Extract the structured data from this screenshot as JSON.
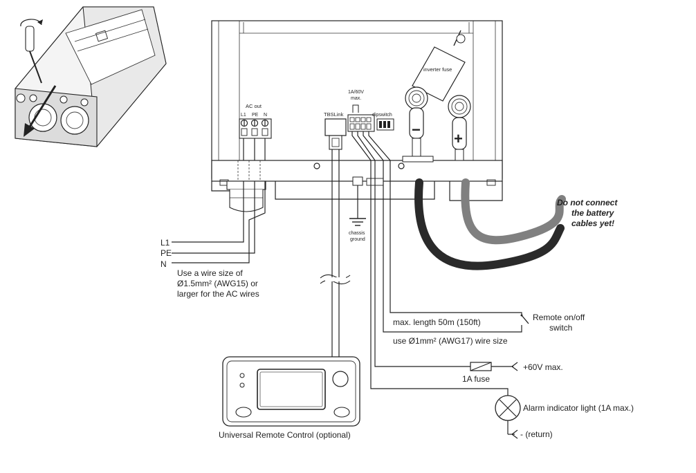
{
  "unit_labels": {
    "ac_out": "AC out",
    "l1_term": "L1",
    "pe_term": "PE",
    "n_term": "N",
    "tbslink": "TBSLink",
    "relay_rating_1": "1A/60V",
    "relay_rating_2": "max.",
    "dipswitch": "dipswitch",
    "inverter_fuse": "inverter fuse",
    "minus_sign": "−",
    "plus_sign": "+",
    "chassis_1": "chassis",
    "chassis_2": "ground"
  },
  "ac_wiring": {
    "l1": "L1",
    "pe": "PE",
    "n": "N",
    "note_line1": "Use a wire size of",
    "note_line2": "Ø1.5mm² (AWG15) or",
    "note_line3": "larger for the AC wires"
  },
  "battery_warning": {
    "line1": "Do not connect",
    "line2": "the battery",
    "line3": "cables yet!"
  },
  "remote_switch": {
    "label_line1": "Remote on/off",
    "label_line2": "switch",
    "max_length": "max. length 50m (150ft)",
    "wire_size": "use Ø1mm² (AWG17) wire size"
  },
  "fuse_circuit": {
    "voltage": "+60V max.",
    "fuse_label": "1A fuse"
  },
  "alarm_circuit": {
    "light_label": "Alarm indicator light (1A max.)",
    "return_label": "- (return)"
  },
  "remote_control": {
    "caption": "Universal Remote Control (optional)"
  }
}
